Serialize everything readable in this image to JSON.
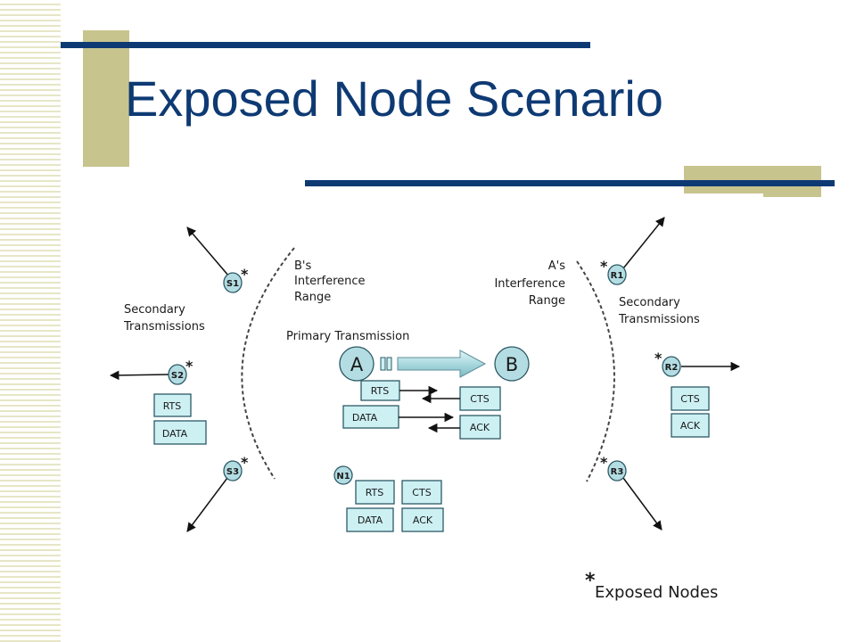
{
  "slide": {
    "title": "Exposed Node Scenario",
    "colors": {
      "title": "#0e3a73",
      "accent_bar": "#0e3a73",
      "olive_block": "#c8c48e",
      "stripe": "#e6e6c6",
      "message_box": "#cdf0f3",
      "node_fill": "#b4dde3"
    }
  },
  "diagram": {
    "labels": {
      "b_range_1": "B's",
      "b_range_2": "Interference",
      "b_range_3": "Range",
      "a_range_1": "A's",
      "a_range_2": "Interference",
      "a_range_3": "Range",
      "secondary_left_1": "Secondary",
      "secondary_left_2": "Transmissions",
      "secondary_right_1": "Secondary",
      "secondary_right_2": "Transmissions",
      "primary": "Primary Transmission",
      "legend_star": "*",
      "legend": "Exposed Nodes"
    },
    "nodes": {
      "a": "A",
      "b": "B",
      "s1": "S1",
      "s2": "S2",
      "s3": "S3",
      "r1": "R1",
      "r2": "R2",
      "r3": "R3",
      "n1": "N1",
      "exposed_marker": "*"
    },
    "messages": {
      "a_rts": "RTS",
      "a_data": "DATA",
      "b_cts": "CTS",
      "b_ack": "ACK",
      "s2_rts": "RTS",
      "s2_data": "DATA",
      "r2_cts": "CTS",
      "r2_ack": "ACK",
      "n1_rts": "RTS",
      "n1_cts": "CTS",
      "n1_data": "DATA",
      "n1_ack": "ACK"
    }
  }
}
